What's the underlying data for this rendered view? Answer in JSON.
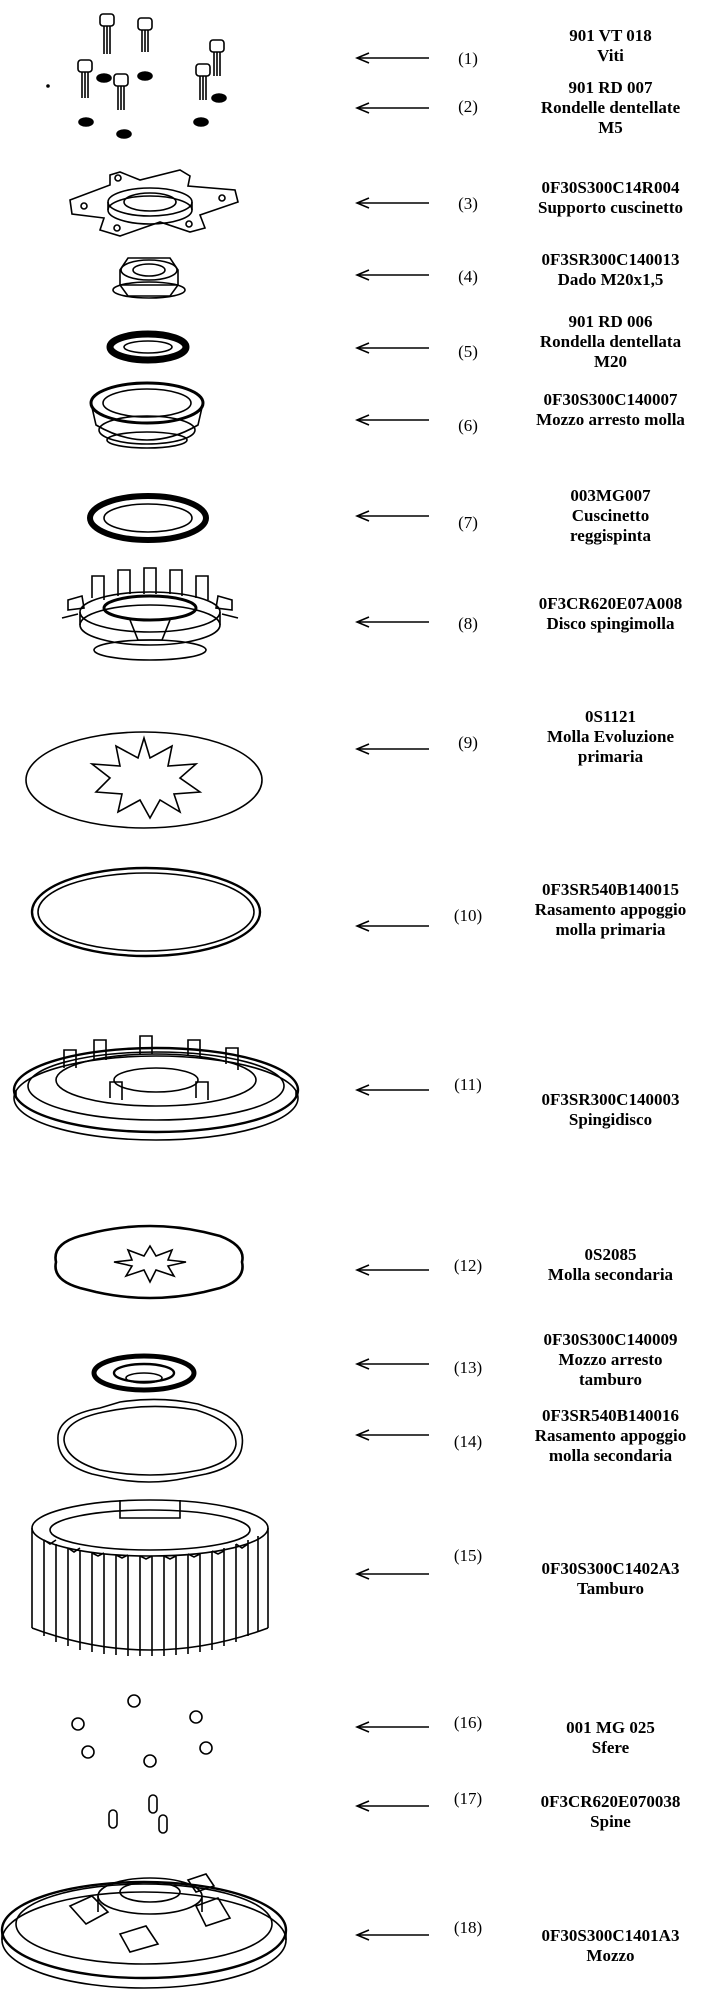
{
  "parts": [
    {
      "num": "(1)",
      "code": "901 VT 018",
      "desc": [
        "Viti"
      ]
    },
    {
      "num": "(2)",
      "code": "901 RD 007",
      "desc": [
        "Rondelle dentellate",
        "M5"
      ]
    },
    {
      "num": "(3)",
      "code": "0F30S300C14R004",
      "desc": [
        "Supporto cuscinetto"
      ]
    },
    {
      "num": "(4)",
      "code": "0F3SR300C140013",
      "desc": [
        "Dado M20x1,5"
      ]
    },
    {
      "num": "(5)",
      "code": "901 RD 006",
      "desc": [
        "Rondella dentellata",
        "M20"
      ]
    },
    {
      "num": "(6)",
      "code": "0F30S300C140007",
      "desc": [
        "Mozzo arresto molla"
      ]
    },
    {
      "num": "(7)",
      "code": "003MG007",
      "desc": [
        "Cuscinetto",
        "reggispinta"
      ]
    },
    {
      "num": "(8)",
      "code": "0F3CR620E07A008",
      "desc": [
        "Disco spingimolla"
      ]
    },
    {
      "num": "(9)",
      "code": "0S1121",
      "desc": [
        "Molla Evoluzione",
        "primaria"
      ]
    },
    {
      "num": "(10)",
      "code": "0F3SR540B140015",
      "desc": [
        "Rasamento appoggio",
        "molla primaria"
      ]
    },
    {
      "num": "(11)",
      "code": "0F3SR300C140003",
      "desc": [
        "Spingidisco"
      ]
    },
    {
      "num": "(12)",
      "code": "0S2085",
      "desc": [
        "Molla secondaria"
      ]
    },
    {
      "num": "(13)",
      "code": "0F30S300C140009",
      "desc": [
        "Mozzo arresto",
        "tamburo"
      ]
    },
    {
      "num": "(14)",
      "code": "0F3SR540B140016",
      "desc": [
        "Rasamento appoggio",
        "molla secondaria"
      ]
    },
    {
      "num": "(15)",
      "code": "0F30S300C1402A3",
      "desc": [
        "Tamburo"
      ]
    },
    {
      "num": "(16)",
      "code": "001 MG 025",
      "desc": [
        "Sfere"
      ]
    },
    {
      "num": "(17)",
      "code": "0F3CR620E070038",
      "desc": [
        "Spine"
      ]
    },
    {
      "num": "(18)",
      "code": "0F30S300C1401A3",
      "desc": [
        "Mozzo"
      ]
    }
  ]
}
